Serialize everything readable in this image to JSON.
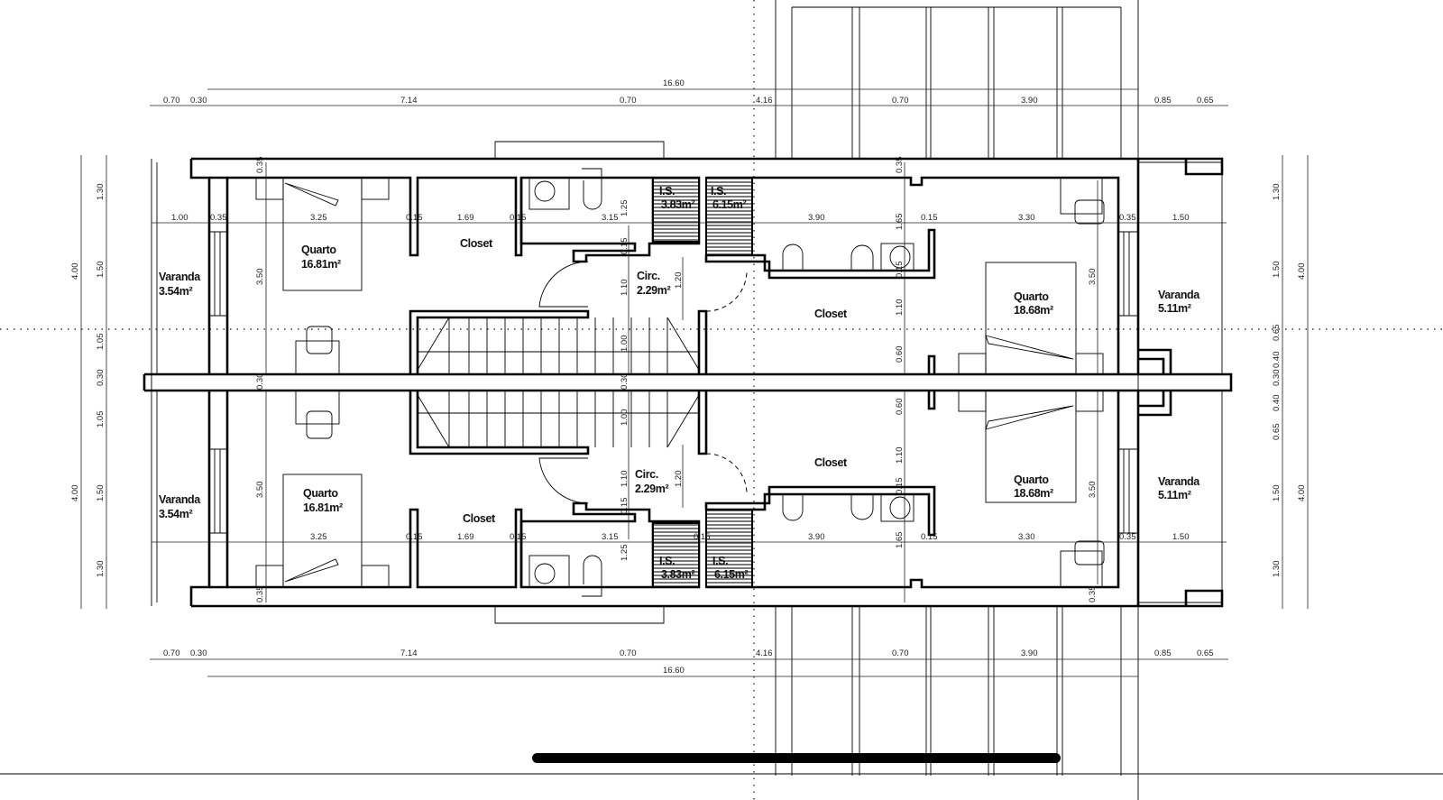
{
  "rooms": {
    "quarto_left": {
      "name": "Quarto",
      "area": "16.81m²"
    },
    "quarto_right": {
      "name": "Quarto",
      "area": "18.68m²"
    },
    "varanda_left": {
      "name": "Varanda",
      "area": "3.54m²"
    },
    "varanda_right": {
      "name": "Varanda",
      "area": "5.11m²"
    },
    "closet": {
      "name": "Closet"
    },
    "circ": {
      "name": "Circ.",
      "area": "2.29m²"
    },
    "is_small": {
      "name": "I.S.",
      "area": "3.83m²"
    },
    "is_large": {
      "name": "I.S.",
      "area": "6.15m²"
    }
  },
  "dimensions": {
    "overall": "16.60",
    "outer_row": [
      "0.70",
      "0.30",
      "7.14",
      "0.70",
      "4.16",
      "0.70",
      "3.90",
      "0.85",
      "0.65"
    ],
    "inner_row": [
      "1.00",
      "0.35",
      "3.25",
      "0.15",
      "1.69",
      "0.15",
      "3.15",
      "0.15",
      "3.90",
      "0.15",
      "3.30",
      "0.35",
      "1.50"
    ],
    "inner_vertical": [
      "0.35",
      "3.50",
      "1.25",
      "0.15",
      "1.10",
      "1.20",
      "1.00",
      "0.30",
      "1.65",
      "0.15",
      "1.10",
      "0.60",
      "3.50",
      "0.35",
      "0.35"
    ],
    "left_outer": [
      "1.30",
      "1.50",
      "1.05",
      "0.30",
      "4.00"
    ],
    "right_outer": [
      "1.30",
      "1.50",
      "0.65",
      "0.40",
      "0.30",
      "4.00"
    ]
  }
}
